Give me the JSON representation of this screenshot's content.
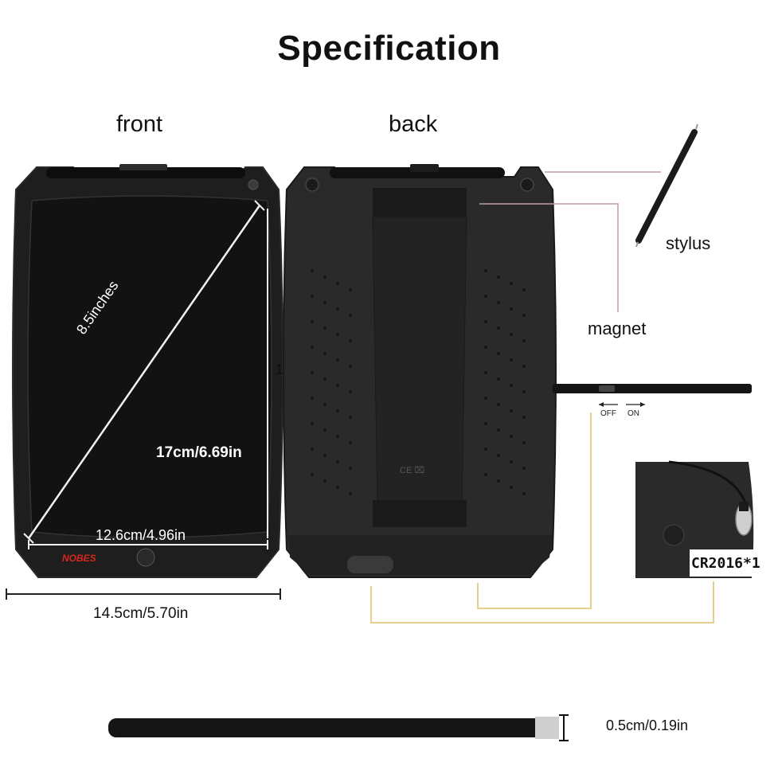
{
  "title": "Specification",
  "views": {
    "front": "front",
    "back": "back"
  },
  "labels": {
    "stylus": "stylus",
    "magnet": "magnet",
    "off": "OFF",
    "on": "ON",
    "battery": "CR2016*1"
  },
  "measurements": {
    "diagonal": "8.5inches",
    "height": "17cm/6.69in",
    "screen_width": "12.6cm/4.96in",
    "total_width": "14.5cm/5.70in",
    "thickness": "0.5cm/0.19in",
    "side_marker": "1"
  },
  "brand": "NOBES",
  "colors": {
    "device_dark": "#1c1c1c",
    "screen": "#121212",
    "magnet_line": "#c79aa8",
    "switch_line": "#e6cf8a",
    "brand_red": "#d8261f"
  }
}
